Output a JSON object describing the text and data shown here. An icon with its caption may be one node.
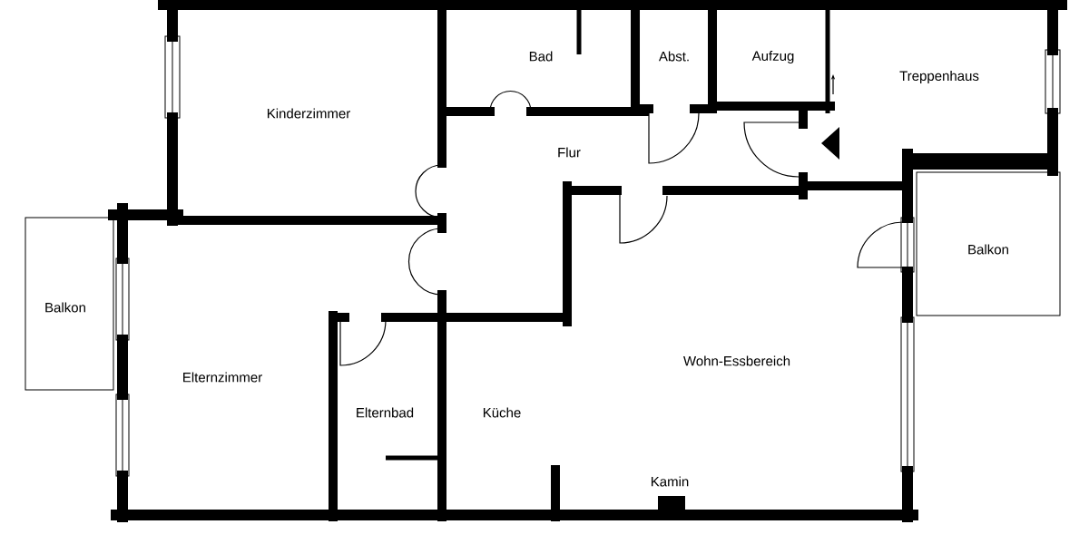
{
  "diagram": {
    "labels": [
      "Bad",
      "Abst.",
      "Aufzug",
      "Treppenhaus",
      "Kinderzimmer",
      "Flur",
      "Balkon",
      "Balkon",
      "Wohn-Essbereich",
      "Elternzimmer",
      "Elternbad",
      "Küche",
      "Kamin"
    ]
  }
}
